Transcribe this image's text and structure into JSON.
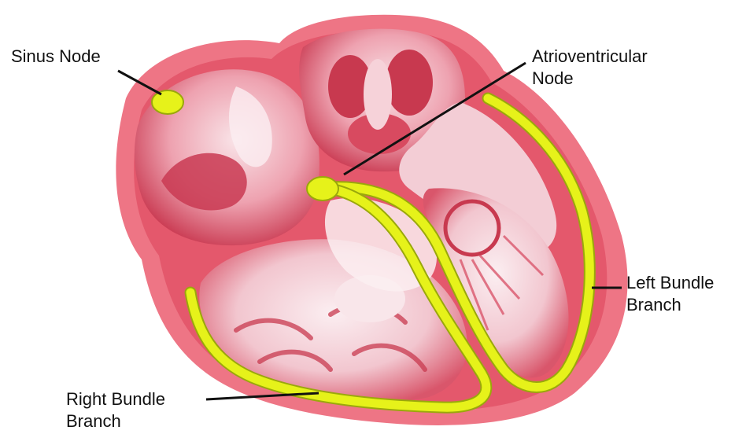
{
  "labels": {
    "sinus_node": "Sinus Node",
    "av_node": [
      "Atrioventricular",
      "Node"
    ],
    "left_bundle": [
      "Left Bundle",
      "Branch"
    ],
    "right_bundle": [
      "Right Bundle",
      "Branch"
    ]
  },
  "colors": {
    "heart_outer": "#ee7585",
    "heart_wall": "#e4586c",
    "chamber_light": "#f7dde2",
    "chamber_mid": "#efb3bf",
    "chamber_dark": "#c8394f",
    "conduction": "#e6f21a",
    "conduction_edge": "#9aa80b",
    "leader_line": "#111111"
  }
}
